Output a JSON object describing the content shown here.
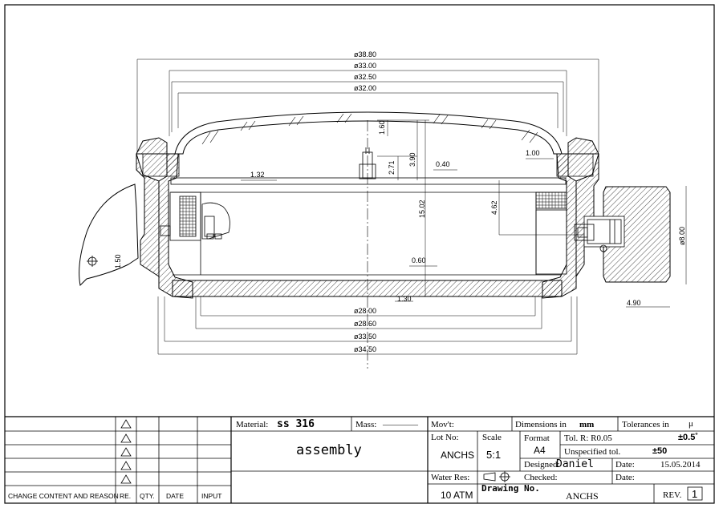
{
  "dimensions": {
    "d1": "ø38.80",
    "d2": "ø33.00",
    "d3": "ø32.50",
    "d4": "ø32.00",
    "d5": "ø28.00",
    "d6": "ø28.60",
    "d7": "ø33.50",
    "d8": "ø34.50",
    "v1": "1.60",
    "v2": "3.90",
    "v3": "2.71",
    "v4": "15.02",
    "v5": "4.62",
    "v6": "ø8.00",
    "v7": "1.50",
    "h1": "1.32",
    "h2": "0.40",
    "h3": "1.00",
    "h4": "0.60",
    "h5": "1.30",
    "h6": "4.90"
  },
  "title_block": {
    "change_header": "CHANGE CONTENT AND REASON",
    "re_header": "RE.",
    "qty_header": "QTY.",
    "date_header": "DATE",
    "input_header": "INPUT",
    "material_label": "Material:",
    "material_value": "ss 316",
    "mass_label": "Mass:",
    "mass_value": "————",
    "part_name": "assembly",
    "movt_label": "Mov't:",
    "lot_label": "Lot No:",
    "lot_value": "ANCHS",
    "scale_label": "Scale",
    "scale_value": "5:1",
    "water_label": "Water Res:",
    "water_value": "10 ATM",
    "dimensions_label": "Dimensions in",
    "dimensions_unit": "mm",
    "tolerances_label": "Tolerances in",
    "tolerances_unit": "μ",
    "format_label": "Format",
    "format_value": "A4",
    "tol_r_label": "Tol. R: R0.05",
    "tol_r_value": "±0.5˚",
    "unspecified_label": "Unspecified tol.",
    "unspecified_value": "±50",
    "designed_label": "Designed:",
    "designed_value": "Daniel",
    "date_label": "Date:",
    "date_value": "15.05.2014",
    "checked_label": "Checked:",
    "date2_label": "Date:",
    "drawing_no_label": "Drawing No.",
    "drawing_no_value": "ANCHS",
    "rev_label": "REV.",
    "rev_value": "1"
  }
}
